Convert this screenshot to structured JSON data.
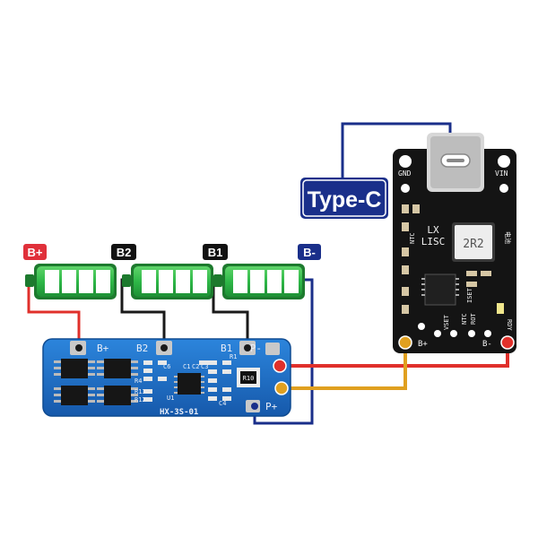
{
  "labels": {
    "b_plus": "B+",
    "b2": "B2",
    "b1": "B1",
    "b_minus": "B-",
    "type_c": "Type-C"
  },
  "bms": {
    "pad_b_plus": "B+",
    "pad_b2": "B2",
    "pad_b1": "B1",
    "pad_p_minus": "P-",
    "pad_p_plus": "P+",
    "model": "HX-3S-01",
    "marks": [
      "C1",
      "C2",
      "C3",
      "C6",
      "U1",
      "R4",
      "R1",
      "R10",
      "C4",
      "R12",
      "R13"
    ]
  },
  "charger": {
    "gnd": "GND",
    "vin": "VIN",
    "lx": "LX",
    "lisc": "LISC",
    "inductor": "2R2",
    "ntc": "NTC",
    "iset": "ISET",
    "ntc2": "NTC",
    "vset": "VSET",
    "rot": "ROT",
    "rdy": "RDY",
    "b_plus": "B+",
    "b_minus": "B-",
    "chinese": "电池"
  },
  "colors": {
    "red_wire": "#e0302b",
    "orange_wire": "#e0a020",
    "blue_wire": "#1a2f8a",
    "black_wire": "#1a1a1a",
    "battery": "#2eb848",
    "bms_board": "#1e6fc8",
    "charger_board": "#141414",
    "badge_red": "#e0303a",
    "badge_black": "#111111",
    "badge_navy": "#1a2f8a"
  }
}
